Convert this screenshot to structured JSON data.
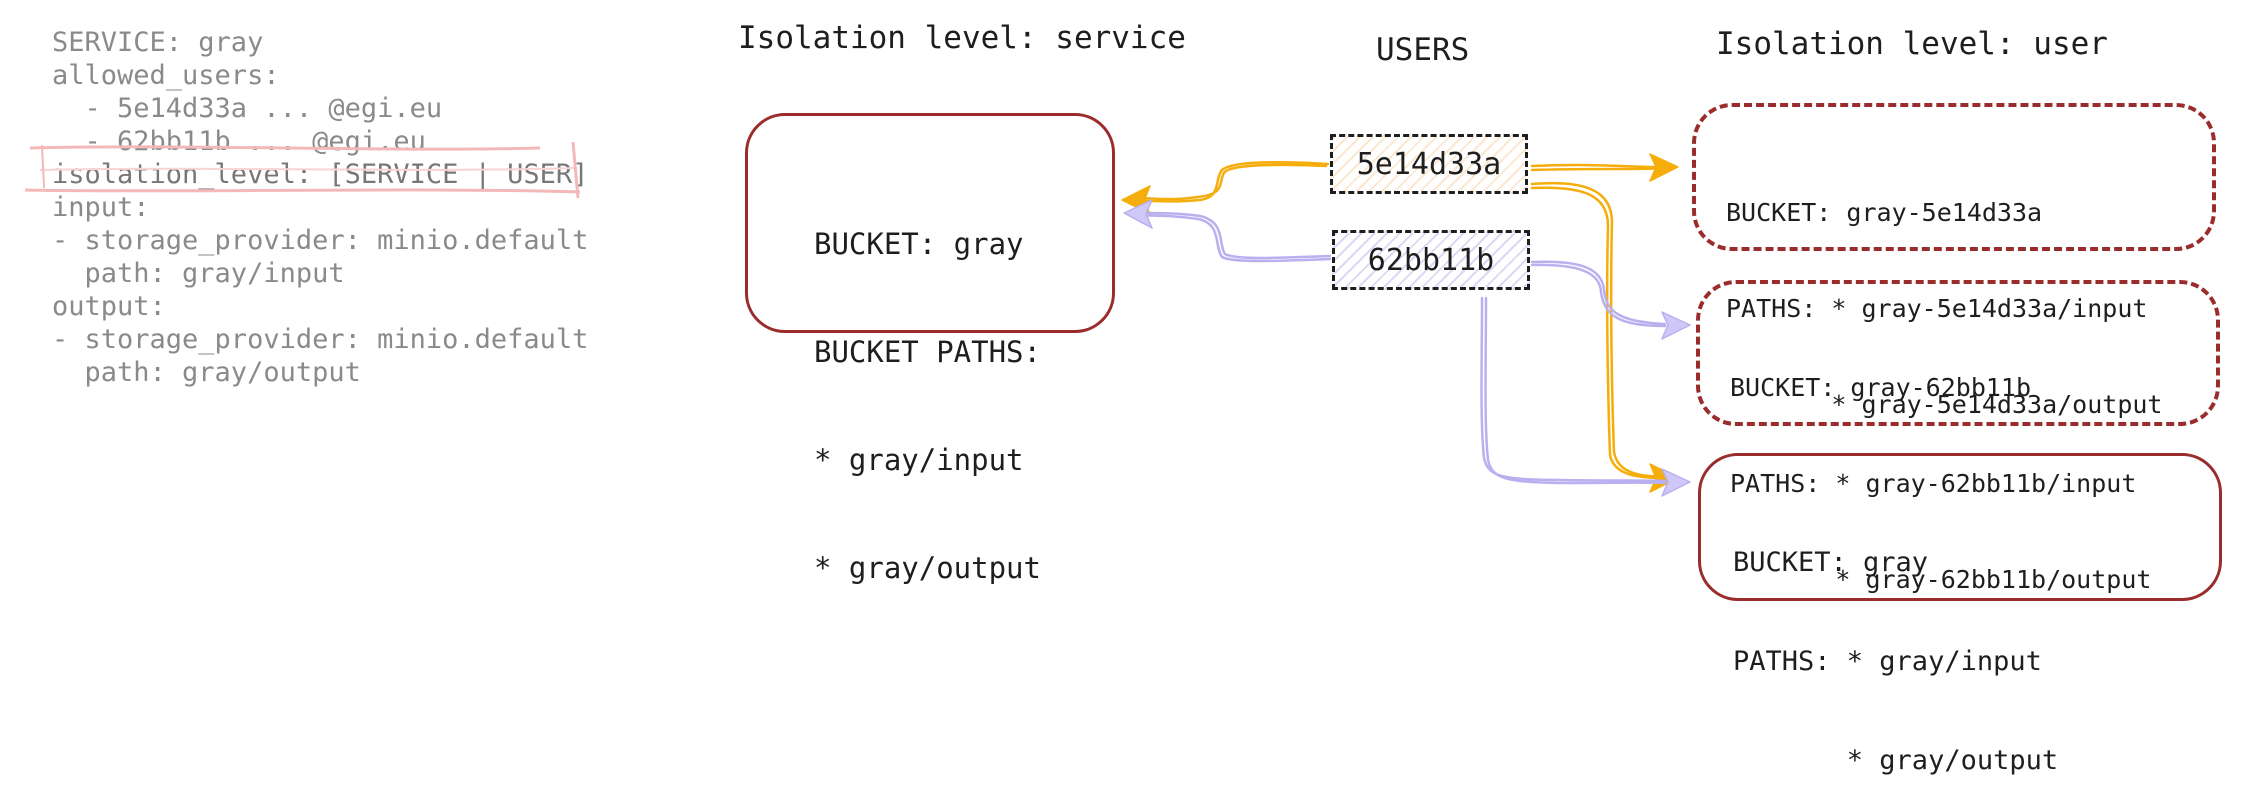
{
  "yaml": {
    "lines": [
      "SERVICE: gray",
      "allowed_users:",
      "  - 5e14d33a ... @egi.eu",
      "  - 62bb11b ... @egi.eu",
      "isolation_level: [SERVICE | USER]",
      "input:",
      "- storage_provider: minio.default",
      "  path: gray/input",
      "output:",
      "- storage_provider: minio.default",
      "  path: gray/output"
    ]
  },
  "titles": {
    "service": "Isolation level: service",
    "users": "USERS",
    "user": "Isolation level: user"
  },
  "service_box": {
    "lines": [
      "BUCKET: gray",
      "BUCKET PATHS:",
      "* gray/input",
      "* gray/output"
    ]
  },
  "users": [
    "5e14d33a",
    "62bb11b"
  ],
  "user_boxes": [
    {
      "lines": [
        "BUCKET: gray-5e14d33a",
        "PATHS: * gray-5e14d33a/input",
        "       * gray-5e14d33a/output"
      ]
    },
    {
      "lines": [
        "BUCKET: gray-62bb11b",
        "PATHS: * gray-62bb11b/input",
        "       * gray-62bb11b/output"
      ]
    },
    {
      "lines": [
        "BUCKET: gray",
        "PATHS: * gray/input",
        "       * gray/output"
      ]
    }
  ],
  "colors": {
    "box_border": "#9b2c2c",
    "arrow_user1": "#f5ad0c",
    "arrow_user2": "#b9b0f0",
    "highlight": "#f4b8b8"
  }
}
